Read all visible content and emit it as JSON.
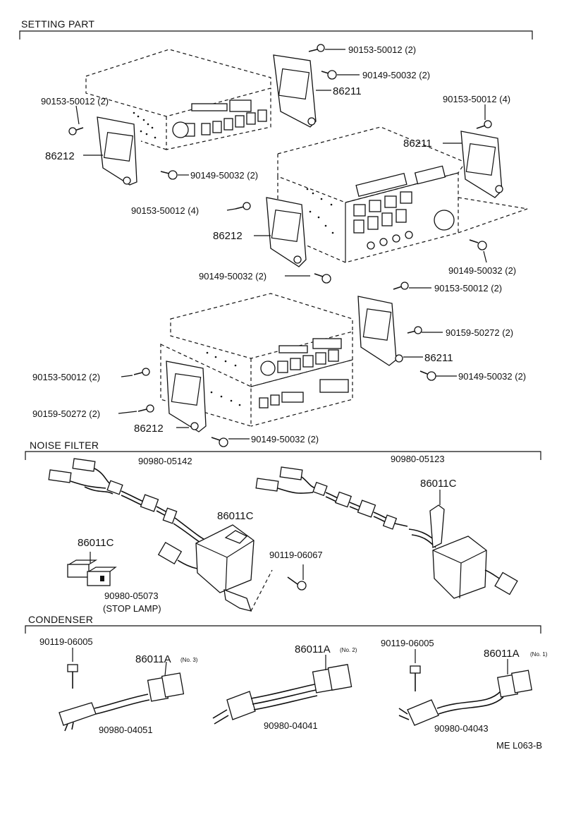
{
  "sections": {
    "setting_part": "SETTING PART",
    "noise_filter": "NOISE FILTER",
    "condenser": "CONDENSER"
  },
  "callouts": {
    "u1_tr_screw": "90153-50012 (2)",
    "u1_tr_bolt": "90149-50032 (2)",
    "u1_tr_bracket": "86211",
    "u1_left_screw": "90153-50012 (2)",
    "u1_left_bracket": "86212",
    "u1_bottom_bolt": "90149-50032 (2)",
    "u2_right_screw": "90153-50012 (4)",
    "u2_right_bracket": "86211",
    "u2_left_screw": "90153-50012 (4)",
    "u2_left_bracket": "86212",
    "u2_right_bolt": "90149-50032 (2)",
    "u2_bottom_bolt": "90149-50032 (2)",
    "u3_right_screw": "90153-50012 (2)",
    "u3_right_screw2": "90159-50272 (2)",
    "u3_right_bracket": "86211",
    "u3_right_bolt": "90149-50032 (2)",
    "u3_left_screw": "90153-50012 (2)",
    "u3_left_screw2": "90159-50272 (2)",
    "u3_left_bracket": "86212",
    "u3_bottom_bolt": "90149-50032 (2)",
    "nf_harness_1": "90980-05142",
    "nf_harness_2": "90980-05123",
    "nf_filter_1": "86011C",
    "nf_filter_2": "86011C",
    "nf_stop_lamp_part": "86011C",
    "nf_screw": "90119-06067",
    "nf_stop_lamp_conn": "90980-05073",
    "nf_stop_lamp_note": "(STOP LAMP)",
    "cd_screw_1": "90119-06005",
    "cd_part_1": "86011A",
    "cd_part_1_no": "(No. 3)",
    "cd_conn_1": "90980-04051",
    "cd_part_2": "86011A",
    "cd_part_2_no": "(No. 2)",
    "cd_conn_2": "90980-04041",
    "cd_screw_3": "90119-06005",
    "cd_part_3": "86011A",
    "cd_part_3_no": "(No. 1)",
    "cd_conn_3": "90980-04043"
  },
  "figure_code": "ME L063-B"
}
